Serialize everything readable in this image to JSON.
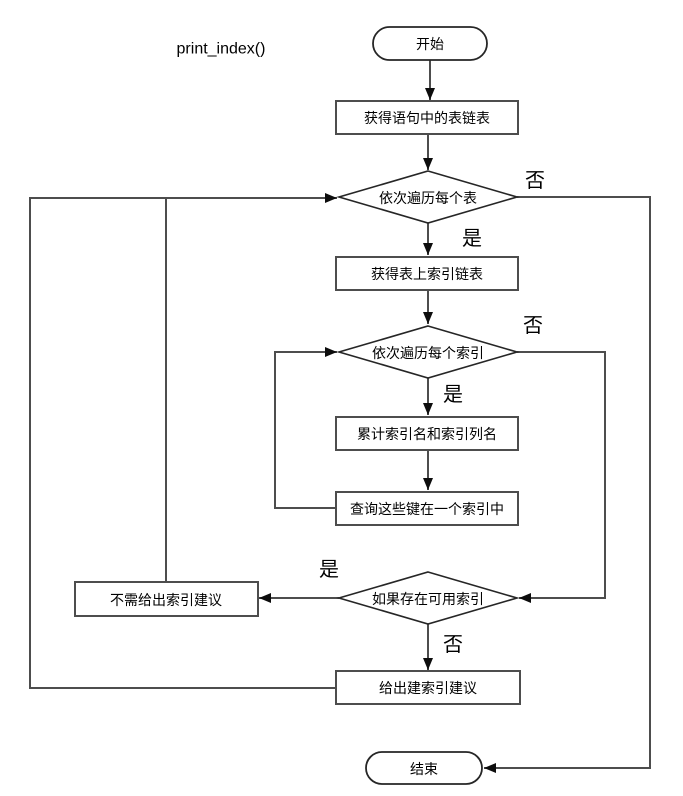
{
  "title": "print_index()",
  "nodes": {
    "start": "开始",
    "get_tables": "获得语句中的表链表",
    "loop_tables": "依次遍历每个表",
    "get_indexes": "获得表上索引链表",
    "loop_indexes": "依次遍历每个索引",
    "accumulate": "累计索引名和索引列名",
    "query_keys": "查询这些键在一个索引中",
    "check_index": "如果存在可用索引",
    "no_advice": "不需给出索引建议",
    "give_advice": "给出建索引建议",
    "end": "结束"
  },
  "edge_labels": {
    "yes": "是",
    "no": "否"
  },
  "colors": {
    "background": "#ffffff",
    "process_border": "#4d4d4d",
    "decision_border": "#262626",
    "line": "#4d4d4d",
    "arrowhead": "#0d0d0d",
    "text": "#000000"
  },
  "diagram": {
    "type": "flowchart",
    "edges": [
      {
        "from": "start",
        "to": "get_tables",
        "label": ""
      },
      {
        "from": "get_tables",
        "to": "loop_tables",
        "label": ""
      },
      {
        "from": "loop_tables",
        "to": "get_indexes",
        "label": "是"
      },
      {
        "from": "loop_tables",
        "to": "end",
        "label": "否"
      },
      {
        "from": "get_indexes",
        "to": "loop_indexes",
        "label": ""
      },
      {
        "from": "loop_indexes",
        "to": "accumulate",
        "label": "是"
      },
      {
        "from": "loop_indexes",
        "to": "check_index",
        "label": "否"
      },
      {
        "from": "accumulate",
        "to": "query_keys",
        "label": ""
      },
      {
        "from": "query_keys",
        "to": "loop_indexes",
        "label": ""
      },
      {
        "from": "check_index",
        "to": "no_advice",
        "label": "是"
      },
      {
        "from": "check_index",
        "to": "give_advice",
        "label": "否"
      },
      {
        "from": "no_advice",
        "to": "loop_tables",
        "label": ""
      },
      {
        "from": "give_advice",
        "to": "loop_tables",
        "label": ""
      }
    ]
  }
}
